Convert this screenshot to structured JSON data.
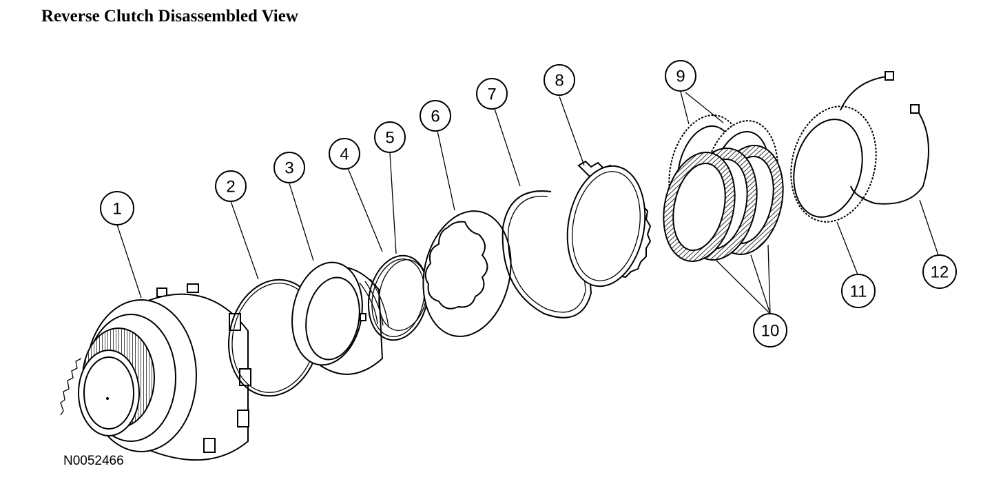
{
  "title": "Reverse Clutch Disassembled View",
  "figure_id": "N0052466",
  "colors": {
    "line": "#000000",
    "background": "#ffffff"
  },
  "callouts": [
    "1",
    "2",
    "3",
    "4",
    "5",
    "6",
    "7",
    "8",
    "9",
    "10",
    "11",
    "12"
  ]
}
